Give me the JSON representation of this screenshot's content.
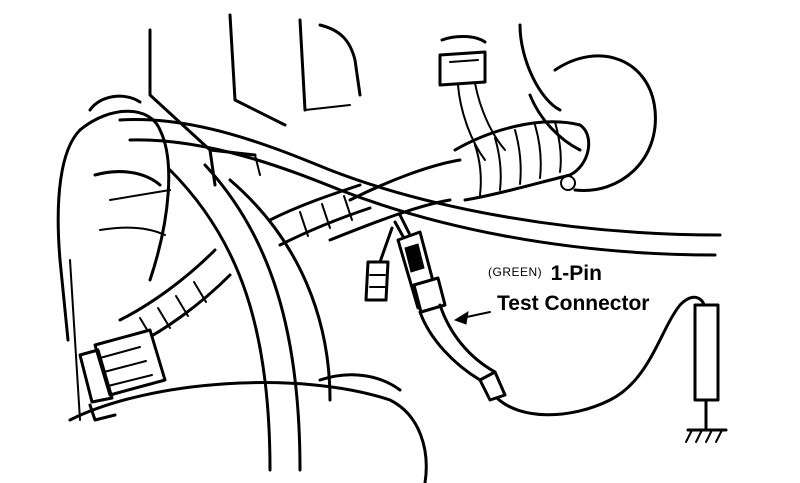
{
  "figure": {
    "callout": {
      "color_tag": "(GREEN)",
      "pin_label": "1-Pin",
      "connector_label": "Test Connector"
    },
    "icons": [
      "ground-symbol-icon",
      "leader-arrow-icon"
    ],
    "colors": {
      "ink": "#000000",
      "paper": "#ffffff"
    }
  }
}
